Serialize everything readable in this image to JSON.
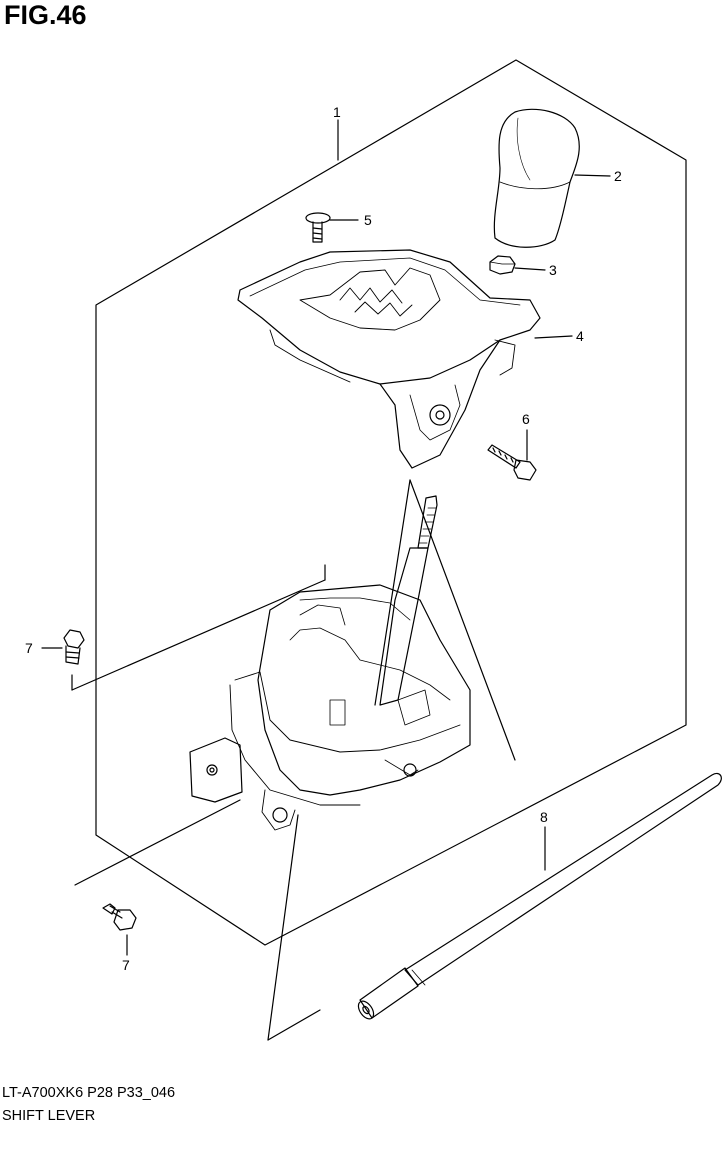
{
  "figure": {
    "title": "FIG.46"
  },
  "callouts": {
    "c1": "1",
    "c2": "2",
    "c3": "3",
    "c4": "4",
    "c5": "5",
    "c6": "6",
    "c7a": "7",
    "c7b": "7",
    "c8": "8"
  },
  "footer": {
    "code": "LT-A700XK6 P28 P33_046",
    "name": "SHIFT LEVER"
  }
}
